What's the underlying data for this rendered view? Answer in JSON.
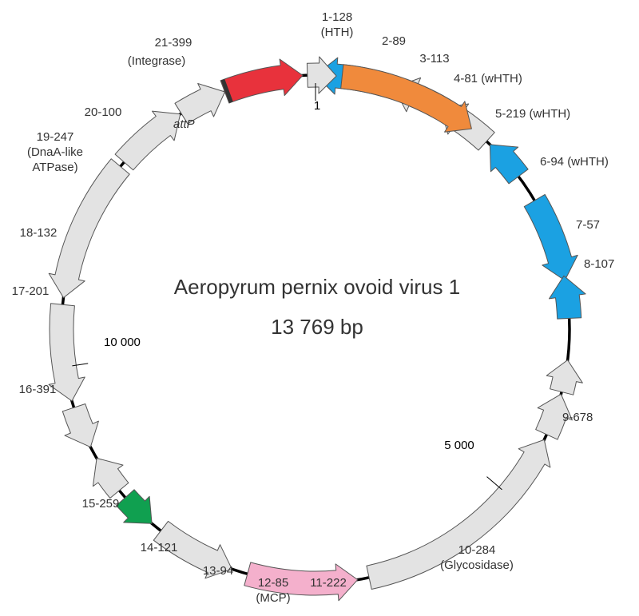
{
  "title": "Aeropyrum pernix ovoid virus 1",
  "size": "13 769 bp",
  "genome_length": 13769,
  "colors": {
    "grey": "#e3e3e3",
    "blue": "#1ba1e2",
    "orange": "#f08a3c",
    "red": "#e8323c",
    "pink": "#f4b0cc",
    "green": "#10a050",
    "backbone": "#000000"
  },
  "position_ticks": [
    {
      "label": "1",
      "pos": 1
    },
    {
      "label": "5 000",
      "pos": 5000
    },
    {
      "label": "10 000",
      "pos": 10000
    }
  ],
  "att_site": {
    "label": "attP",
    "pos": 12990
  },
  "genes": [
    {
      "lines": [
        "1-128",
        "(HTH)"
      ],
      "start": 1,
      "end": 650,
      "strand": "-",
      "color": "blue"
    },
    {
      "lines": [
        "2-89"
      ],
      "start": 690,
      "end": 1100,
      "strand": "-",
      "color": "grey"
    },
    {
      "lines": [
        "3-113"
      ],
      "start": 1130,
      "end": 1620,
      "strand": "-",
      "color": "grey"
    },
    {
      "lines": [
        "4-81 (wHTH)"
      ],
      "start": 1660,
      "end": 2030,
      "strand": "-",
      "color": "blue"
    },
    {
      "lines": [
        "5-219 (wHTH)"
      ],
      "start": 2280,
      "end": 3020,
      "strand": "+",
      "color": "blue"
    },
    {
      "lines": [
        "6-94 (wHTH)"
      ],
      "start": 2980,
      "end": 3350,
      "strand": "-",
      "color": "blue"
    },
    {
      "lines": [
        "7-57"
      ],
      "start": 3710,
      "end": 3990,
      "strand": "-",
      "color": "grey"
    },
    {
      "lines": [
        "8-107"
      ],
      "start": 4010,
      "end": 4380,
      "strand": "-",
      "color": "grey"
    },
    {
      "lines": [
        "9-678"
      ],
      "start": 4430,
      "end": 6420,
      "strand": "-",
      "color": "grey"
    },
    {
      "lines": [
        "10-284",
        "(Glycosidase)"
      ],
      "start": 6520,
      "end": 7480,
      "strand": "-",
      "color": "pink"
    },
    {
      "lines": [
        "11-222"
      ],
      "start": 7620,
      "end": 8320,
      "strand": "-",
      "color": "grey"
    },
    {
      "lines": [
        "12-85",
        "(MCP)"
      ],
      "start": 8420,
      "end": 8740,
      "strand": "-",
      "color": "green"
    },
    {
      "lines": [
        "13-94"
      ],
      "start": 8820,
      "end": 9160,
      "strand": "+",
      "color": "grey"
    },
    {
      "lines": [
        "14-121"
      ],
      "start": 9270,
      "end": 9640,
      "strand": "-",
      "color": "grey"
    },
    {
      "lines": [
        "15-259"
      ],
      "start": 9700,
      "end": 10540,
      "strand": "-",
      "color": "grey"
    },
    {
      "lines": [
        "16-391"
      ],
      "start": 10600,
      "end": 11850,
      "strand": "-",
      "color": "grey"
    },
    {
      "lines": [
        "17-201"
      ],
      "start": 11900,
      "end": 12540,
      "strand": "+",
      "color": "grey"
    },
    {
      "lines": [
        "18-132"
      ],
      "start": 12550,
      "end": 12970,
      "strand": "+",
      "color": "grey"
    },
    {
      "lines": [
        "19-247",
        "(DnaA-like",
        "ATPase)"
      ],
      "start": 12970,
      "end": 13660,
      "strand": "+",
      "color": "red"
    },
    {
      "lines": [
        "20-100"
      ],
      "start": 13700,
      "end": 13950,
      "strand": "+",
      "color": "grey"
    },
    {
      "lines": [
        "21-399"
      ],
      "start": 14000,
      "end": 15220,
      "strand": "+",
      "color": "orange"
    },
    {
      "lines": [
        "(Integrase)"
      ],
      "start": null,
      "end": null,
      "strand": null,
      "color": null
    }
  ]
}
